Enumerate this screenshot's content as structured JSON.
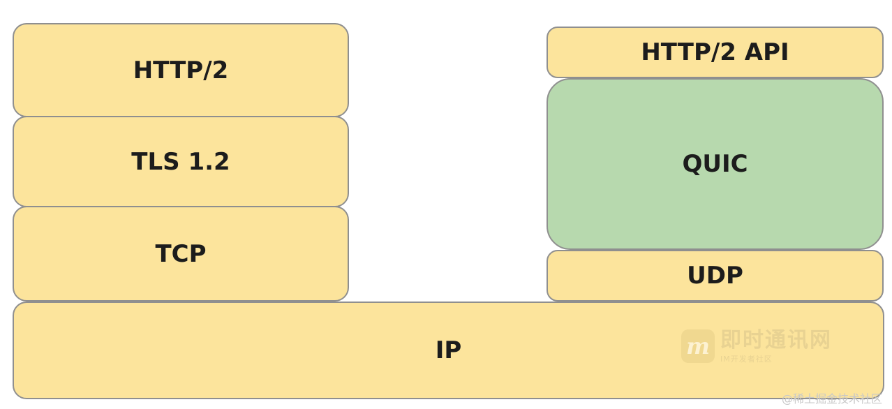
{
  "left_stack": {
    "http2": "HTTP/2",
    "tls": "TLS 1.2",
    "tcp": "TCP"
  },
  "right_stack": {
    "http2_api": "HTTP/2 API",
    "quic": "QUIC",
    "udp": "UDP"
  },
  "shared": {
    "ip": "IP"
  },
  "watermark": {
    "title": "即时通讯网",
    "logo_letter": "m",
    "subtitle": "IM开发者社区"
  },
  "credit": "@稀土掘金技术社区",
  "colors": {
    "layer_yellow": "#fce49c",
    "layer_green": "#b7d9ae",
    "border": "#8f8f8f"
  }
}
